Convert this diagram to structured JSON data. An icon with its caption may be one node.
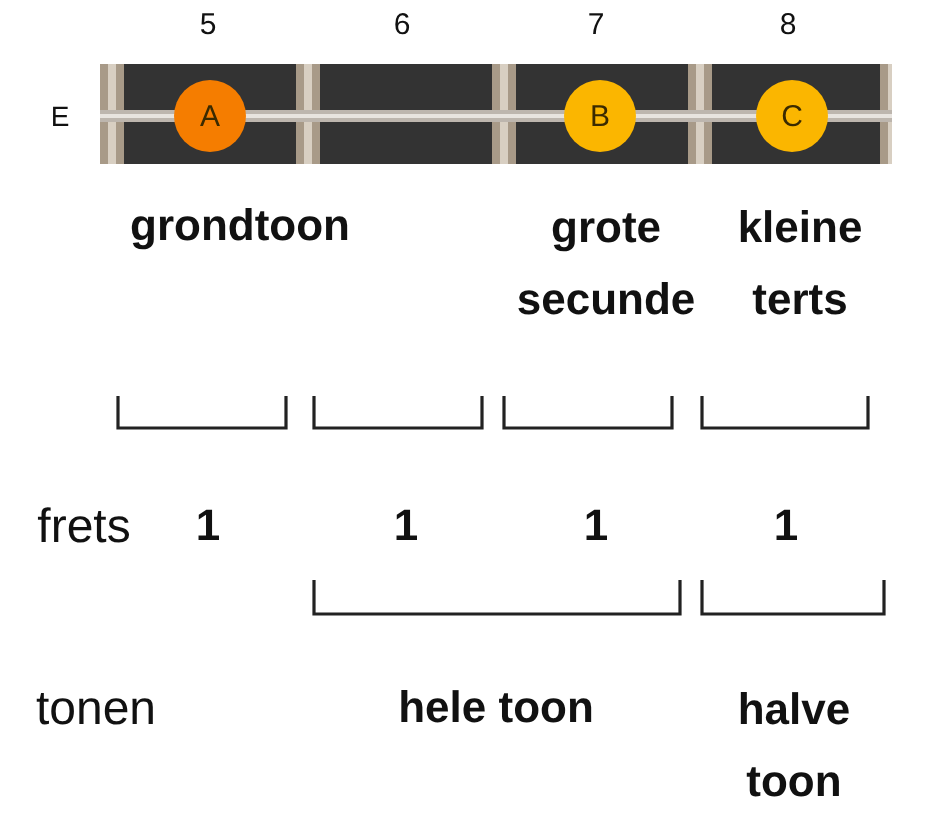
{
  "diagram": {
    "nodes": [
      {
        "text": [
          "A"
        ]
      },
      {
        "text": [
          "B"
        ]
      },
      {
        "text": [
          "C"
        ]
      }
    ],
    "labels": [
      "5",
      "6",
      "7",
      "8",
      "E",
      "grondtoon",
      "grote secunde",
      "kleine terts",
      "frets",
      "1",
      "1",
      "1",
      "1",
      "tonen",
      "hele toon",
      "halve toon"
    ]
  }
}
